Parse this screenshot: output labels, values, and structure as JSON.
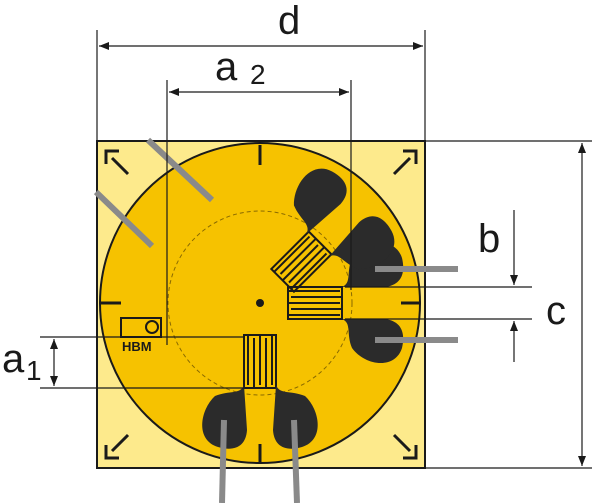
{
  "dimensions": {
    "d": "d",
    "a2_letter": "a",
    "a2_sub": "2",
    "a1_letter": "a",
    "a1_sub": "1",
    "b": "b",
    "c": "c"
  },
  "grid_labels": {
    "a": "a",
    "b": "b",
    "c": "c"
  },
  "logo": "HBM",
  "colors": {
    "square": "#fdea8c",
    "disc": "#f6c200",
    "pads": "#2b2b2b",
    "leads": "#8a8a8a",
    "lines": "#1a1a1a"
  }
}
